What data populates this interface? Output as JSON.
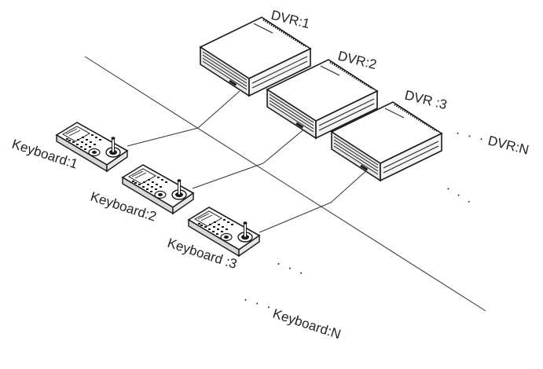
{
  "dvr_labels": [
    "DVR:1",
    "DVR:2",
    "DVR :3",
    "DVR:N"
  ],
  "keyboard_labels": [
    "Keyboard:1",
    "Keyboard:2",
    "Keyboard :3",
    "Keyboard:N"
  ],
  "ellipsis": ". . .",
  "colors": {
    "line": "#333333",
    "device": "#1a1a1a",
    "device_fill": "#ffffff",
    "background": "#ffffff"
  }
}
